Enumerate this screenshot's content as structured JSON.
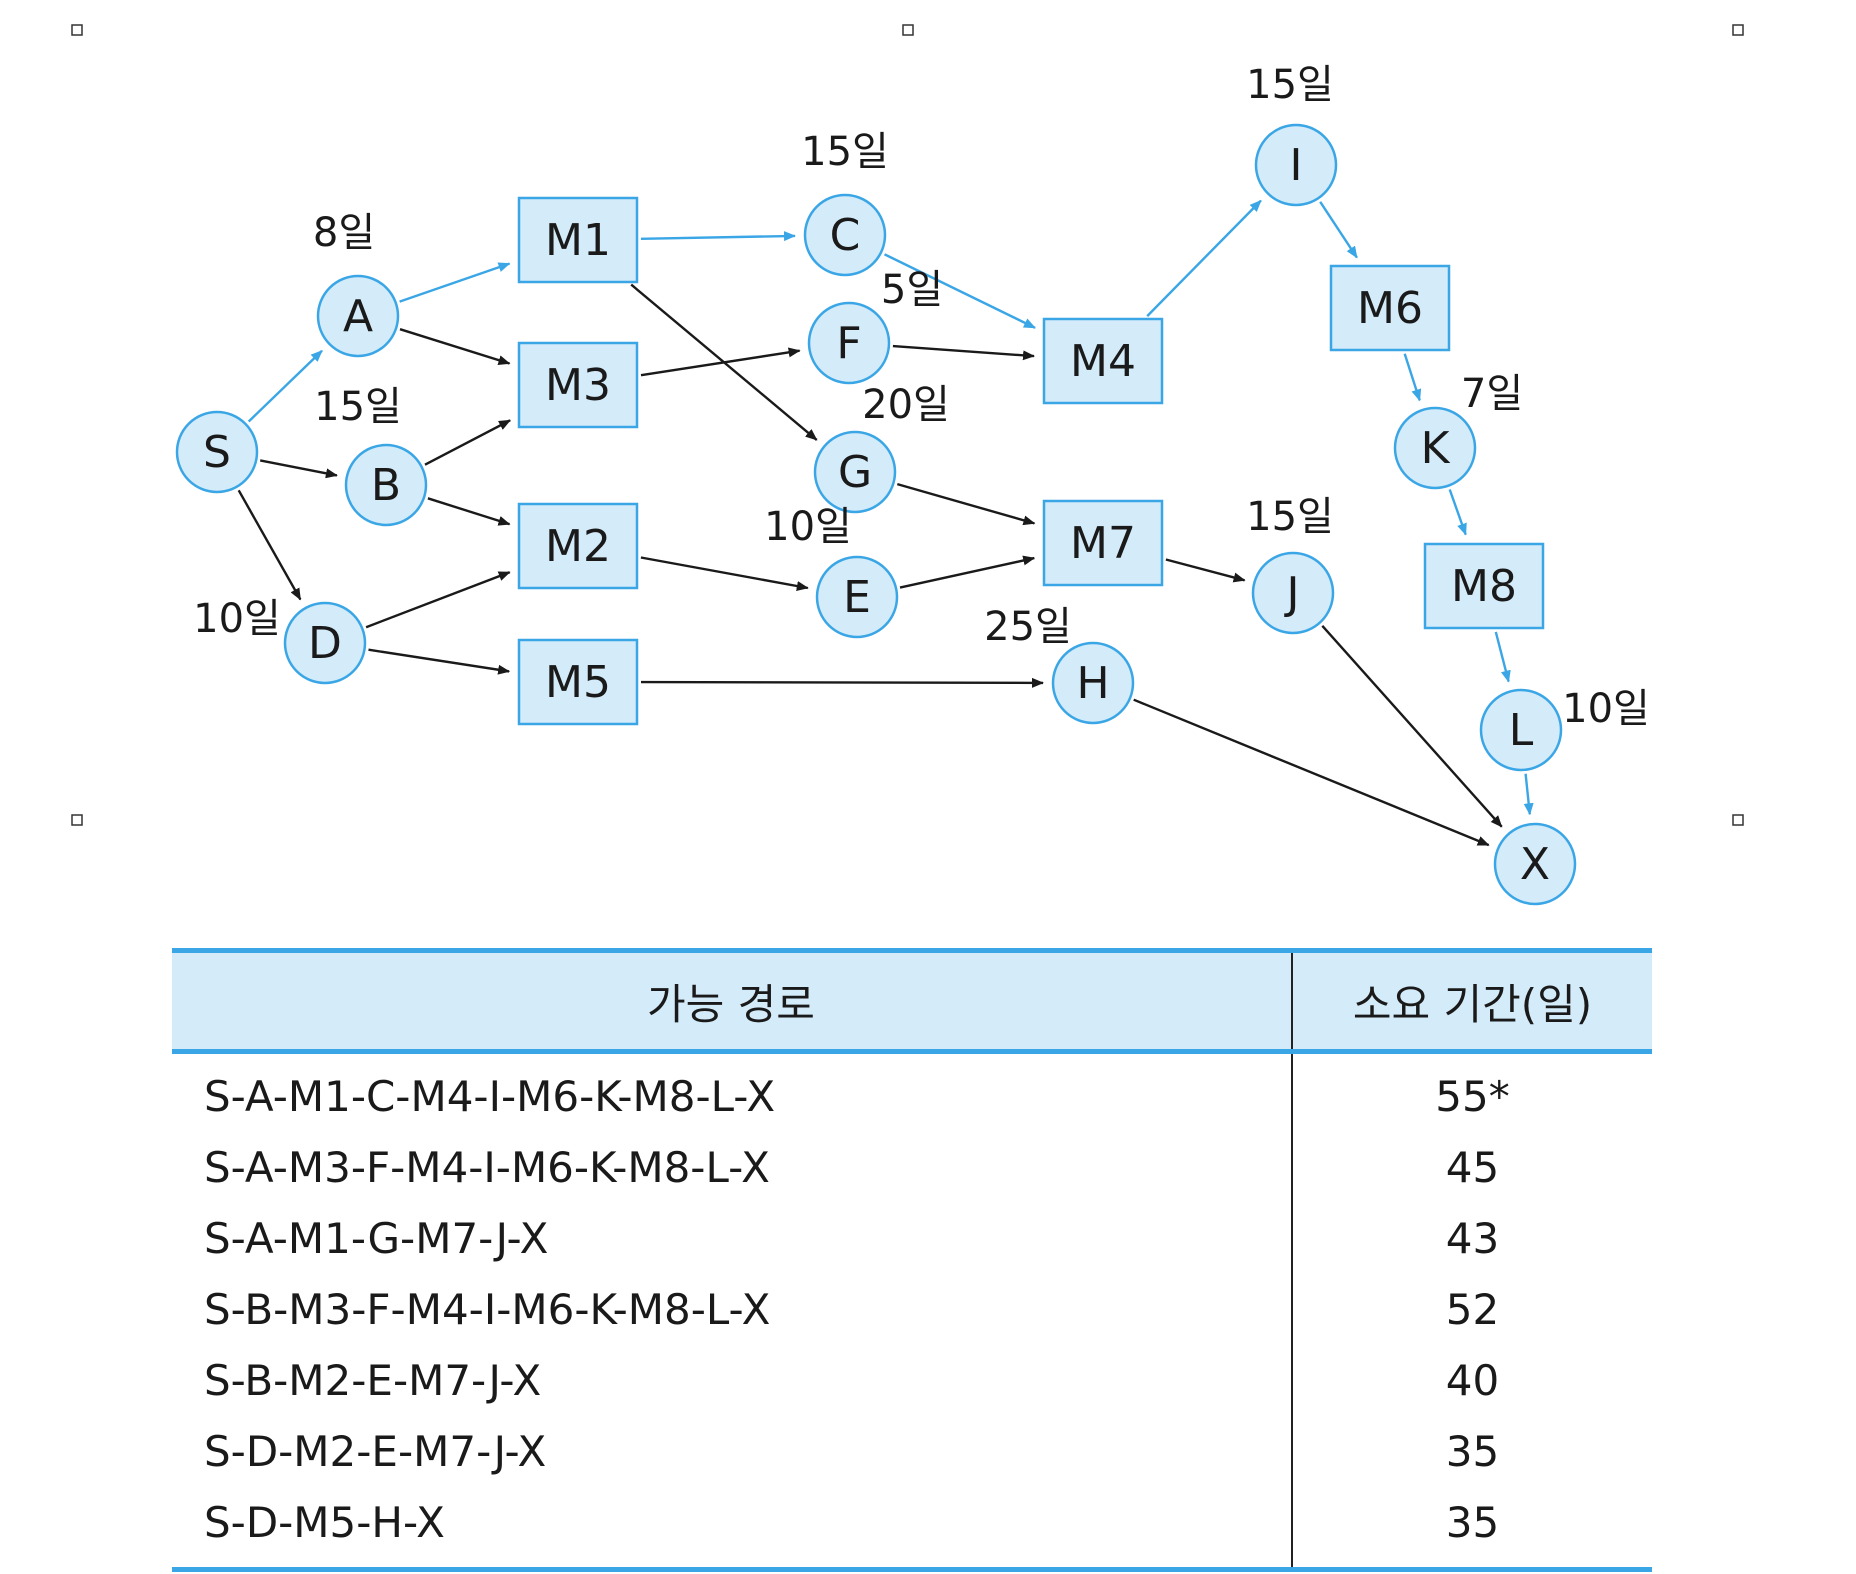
{
  "diagram": {
    "nodes": [
      {
        "id": "S",
        "label": "S",
        "shape": "circle"
      },
      {
        "id": "A",
        "label": "A",
        "shape": "circle",
        "duration": "8일"
      },
      {
        "id": "B",
        "label": "B",
        "shape": "circle",
        "duration": "15일"
      },
      {
        "id": "D",
        "label": "D",
        "shape": "circle",
        "duration": "10일"
      },
      {
        "id": "M1",
        "label": "M1",
        "shape": "box"
      },
      {
        "id": "M3",
        "label": "M3",
        "shape": "box"
      },
      {
        "id": "M2",
        "label": "M2",
        "shape": "box"
      },
      {
        "id": "M5",
        "label": "M5",
        "shape": "box"
      },
      {
        "id": "C",
        "label": "C",
        "shape": "circle",
        "duration": "15일"
      },
      {
        "id": "F",
        "label": "F",
        "shape": "circle",
        "duration": "5일"
      },
      {
        "id": "G",
        "label": "G",
        "shape": "circle",
        "duration": "20일"
      },
      {
        "id": "E",
        "label": "E",
        "shape": "circle",
        "duration": "10일"
      },
      {
        "id": "M4",
        "label": "M4",
        "shape": "box"
      },
      {
        "id": "M7",
        "label": "M7",
        "shape": "box"
      },
      {
        "id": "H",
        "label": "H",
        "shape": "circle",
        "duration": "25일"
      },
      {
        "id": "I",
        "label": "I",
        "shape": "circle",
        "duration": "15일"
      },
      {
        "id": "J",
        "label": "J",
        "shape": "circle",
        "duration": "15일"
      },
      {
        "id": "M6",
        "label": "M6",
        "shape": "box"
      },
      {
        "id": "K",
        "label": "K",
        "shape": "circle",
        "duration": "7일"
      },
      {
        "id": "M8",
        "label": "M8",
        "shape": "box"
      },
      {
        "id": "L",
        "label": "L",
        "shape": "circle",
        "duration": "10일"
      },
      {
        "id": "X",
        "label": "X",
        "shape": "circle"
      }
    ],
    "edges": [
      {
        "from": "S",
        "to": "A",
        "critical": true
      },
      {
        "from": "S",
        "to": "B",
        "critical": false
      },
      {
        "from": "S",
        "to": "D",
        "critical": false
      },
      {
        "from": "A",
        "to": "M1",
        "critical": true
      },
      {
        "from": "A",
        "to": "M3",
        "critical": false
      },
      {
        "from": "B",
        "to": "M3",
        "critical": false
      },
      {
        "from": "B",
        "to": "M2",
        "critical": false
      },
      {
        "from": "D",
        "to": "M2",
        "critical": false
      },
      {
        "from": "D",
        "to": "M5",
        "critical": false
      },
      {
        "from": "M1",
        "to": "C",
        "critical": true
      },
      {
        "from": "M1",
        "to": "G",
        "critical": false
      },
      {
        "from": "M3",
        "to": "F",
        "critical": false
      },
      {
        "from": "M2",
        "to": "E",
        "critical": false
      },
      {
        "from": "M5",
        "to": "H",
        "critical": false
      },
      {
        "from": "C",
        "to": "M4",
        "critical": true
      },
      {
        "from": "F",
        "to": "M4",
        "critical": false
      },
      {
        "from": "G",
        "to": "M7",
        "critical": false
      },
      {
        "from": "E",
        "to": "M7",
        "critical": false
      },
      {
        "from": "M4",
        "to": "I",
        "critical": true
      },
      {
        "from": "M7",
        "to": "J",
        "critical": false
      },
      {
        "from": "I",
        "to": "M6",
        "critical": true
      },
      {
        "from": "M6",
        "to": "K",
        "critical": true
      },
      {
        "from": "K",
        "to": "M8",
        "critical": true
      },
      {
        "from": "M8",
        "to": "L",
        "critical": true
      },
      {
        "from": "L",
        "to": "X",
        "critical": true
      },
      {
        "from": "J",
        "to": "X",
        "critical": false
      },
      {
        "from": "H",
        "to": "X",
        "critical": false
      }
    ]
  },
  "table": {
    "headers": {
      "path": "가능 경로",
      "duration": "소요 기간(일)"
    },
    "rows": [
      {
        "path": "S-A-M1-C-M4-I-M6-K-M8-L-X",
        "duration": "55*"
      },
      {
        "path": "S-A-M3-F-M4-I-M6-K-M8-L-X",
        "duration": "45"
      },
      {
        "path": "S-A-M1-G-M7-J-X",
        "duration": "43"
      },
      {
        "path": "S-B-M3-F-M4-I-M6-K-M8-L-X",
        "duration": "52"
      },
      {
        "path": "S-B-M2-E-M7-J-X",
        "duration": "40"
      },
      {
        "path": "S-D-M2-E-M7-J-X",
        "duration": "35"
      },
      {
        "path": "S-D-M5-H-X",
        "duration": "35"
      }
    ]
  },
  "colors": {
    "node_fill": "#d4ebfa",
    "node_stroke": "#3aa6e6",
    "critical_edge": "#3aa6e6",
    "normal_edge": "#1a1a1a"
  }
}
